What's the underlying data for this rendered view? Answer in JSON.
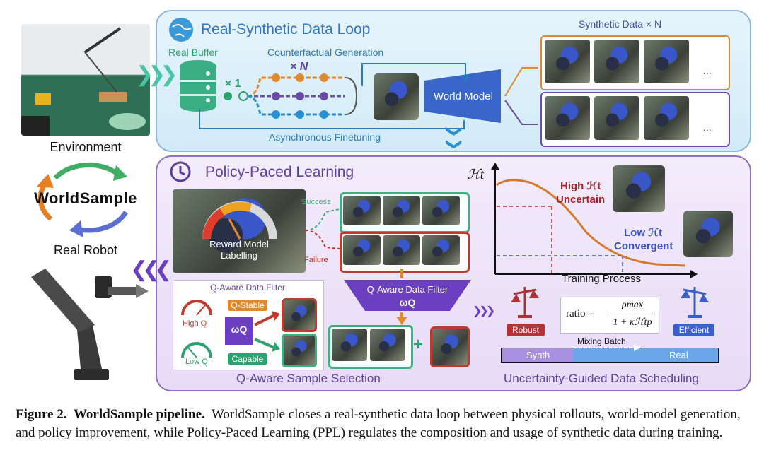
{
  "left": {
    "environment": "Environment",
    "brand": "WorldSample",
    "real_robot": "Real Robot"
  },
  "top_panel": {
    "title": "Real-Synthetic Data Loop",
    "real_buffer": "Real Buffer",
    "times_one": "× 1",
    "counterfactual": "Counterfactual Generation",
    "times_n": "× N",
    "world_model": "World Model",
    "async_finetune": "Asynchronous Finetuning",
    "synthetic_data": "Synthetic Data × N",
    "ellipsis": "..."
  },
  "bottom_panel": {
    "title": "Policy-Paced Learning",
    "reward_model": "Reward Model",
    "labelling": "Labelling",
    "success": "Success",
    "failure": "Failure",
    "q_filter_box_title": "Q-Aware Data Filter",
    "high_q": "High Q",
    "low_q": "Low Q",
    "q_stable": "Q-Stable",
    "capable": "Capable",
    "omega_q": "ωQ",
    "q_filter_funnel": "Q-Aware Data Filter",
    "q_filter_funnel_sym": "ωQ",
    "q_sample_selection": "Q-Aware Sample Selection",
    "plus": "+",
    "chart": {
      "y_label": "ℋt",
      "x_label": "Training Process",
      "high_label_1": "High ℋt",
      "high_label_2": "Uncertain",
      "low_label_1": "Low ℋt",
      "low_label_2": "Convergent"
    },
    "robust": "Robust",
    "efficient": "Efficient",
    "formula_lhs": "ratio =",
    "formula_num": "ρmax",
    "formula_den": "1 + κℋtp",
    "mixing_batch": "Mixing Batch",
    "synth": "Synth",
    "real": "Real",
    "scheduling": "Uncertainty-Guided Data Scheduling"
  },
  "caption": {
    "label": "Figure 2.",
    "heading": "WorldSample pipeline.",
    "body": "WorldSample closes a real-synthetic data loop between physical rollouts, world-model generation, and policy improvement, while Policy-Paced Learning (PPL) regulates the composition and usage of synthetic data during training."
  },
  "colors": {
    "loop_blue": "#2f74c6",
    "ppl_purple": "#5b3f9e",
    "orange": "#e08a30",
    "success_green": "#3fb07f",
    "failure_red": "#c0392b"
  }
}
